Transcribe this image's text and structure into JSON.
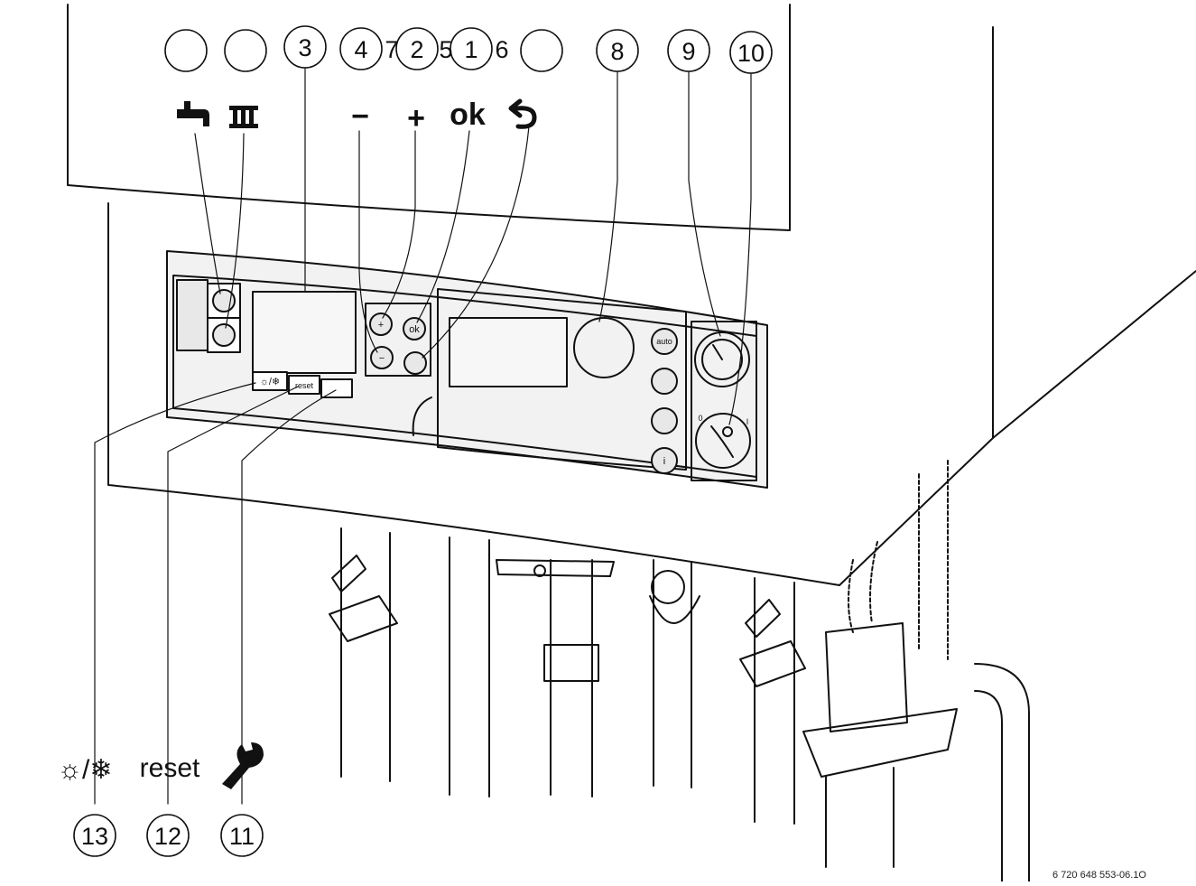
{
  "callouts": {
    "c1": "1",
    "c2": "2",
    "c3": "3",
    "c4": "4",
    "c5": "5",
    "c6": "6",
    "c7": "7",
    "c8": "8",
    "c9": "9",
    "c10": "10",
    "c11": "11",
    "c12": "12",
    "c13": "13"
  },
  "symbols": {
    "minus": "−",
    "plus": "+",
    "ok": "ok",
    "reset": "reset",
    "summer_winter": "☼/❄"
  },
  "panel": {
    "plus_key": "+",
    "minus_key": "−",
    "ok_key": "ok",
    "reset_key": "reset",
    "summer_winter_key": "☼/❄",
    "auto_key": "auto",
    "info_key": "i",
    "switch_off": "0",
    "switch_on": "I"
  },
  "reference_code": "6 720 648 553-06.1O",
  "colors": {
    "line": "#111111",
    "panel_face": "#f2f2f2",
    "display": "#f7f7f7",
    "key_fill": "#e8e8e8"
  }
}
